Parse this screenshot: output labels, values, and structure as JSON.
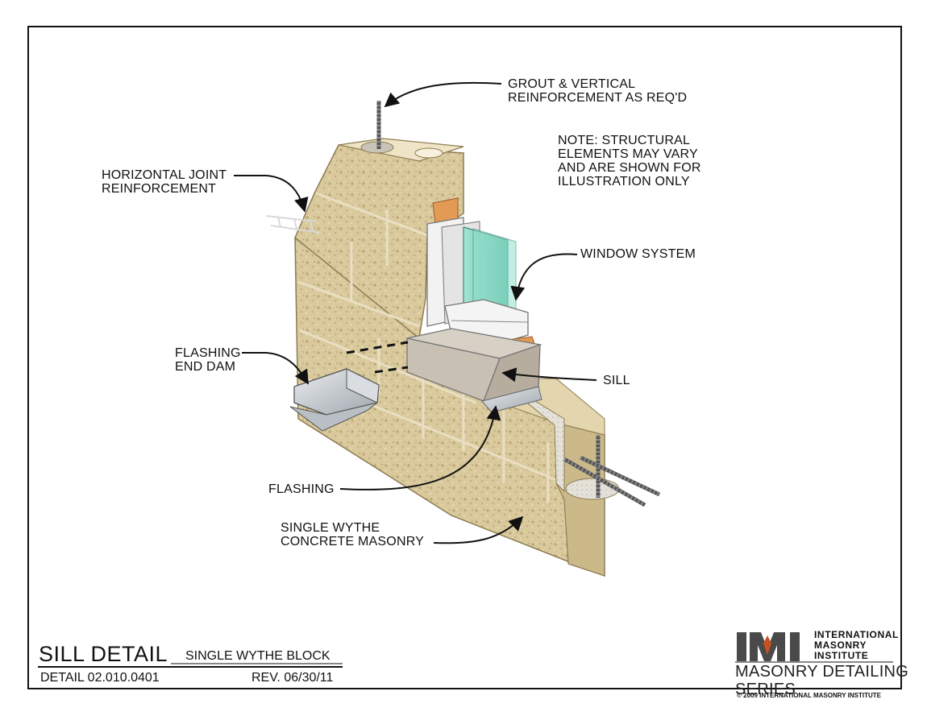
{
  "callouts": {
    "grout": "GROUT & VERTICAL\nREINFORCEMENT AS REQ'D",
    "note": "NOTE: STRUCTURAL\nELEMENTS MAY VARY\nAND ARE SHOWN FOR\nILLUSTRATION ONLY",
    "joint": "HORIZONTAL JOINT\nREINFORCEMENT",
    "window": "WINDOW SYSTEM",
    "end_dam": "FLASHING\nEND DAM",
    "sill": "SILL",
    "flashing": "FLASHING",
    "masonry": "SINGLE WYTHE\nCONCRETE MASONRY"
  },
  "title_block": {
    "title": "SILL DETAIL",
    "subtitle": "SINGLE WYTHE BLOCK",
    "detail_number": "DETAIL 02.010.0401",
    "revision": "REV. 06/30/11"
  },
  "logo": {
    "mark": "IMI",
    "name": "INTERNATIONAL\nMASONRY\nINSTITUTE",
    "series": "MASONRY DETAILING SERIES",
    "copyright": "© 2009 INTERNATIONAL MASONRY INSTITUTE"
  },
  "colors": {
    "block": "#d8c79a",
    "block_shade": "#b8a674",
    "block_face": "#e4d6ad",
    "glass": "#7fd6c2",
    "frame": "#f2f2f2",
    "sill": "#cfc7bb",
    "flashing": "#c9cdd1",
    "wood": "#e39a55",
    "logo_brown": "#4a4a4a",
    "logo_orange": "#c8501e"
  }
}
